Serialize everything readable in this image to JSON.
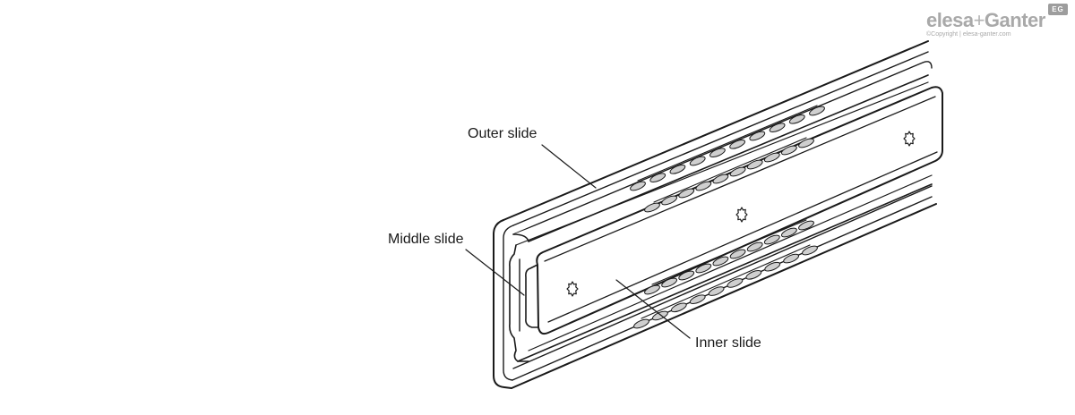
{
  "diagram": {
    "labels": {
      "outer_slide": "Outer slide",
      "middle_slide": "Middle slide",
      "inner_slide": "Inner slide"
    }
  },
  "brand": {
    "name_part1": "elesa",
    "name_separator": "+",
    "name_part2": "Ganter",
    "badge": "EG",
    "copyright": "©Copyright | elesa-ganter.com",
    "color": "#a9a9a9"
  },
  "colors": {
    "line": "#1a1a1a",
    "ball": "#cfcfcf",
    "background": "#ffffff"
  }
}
